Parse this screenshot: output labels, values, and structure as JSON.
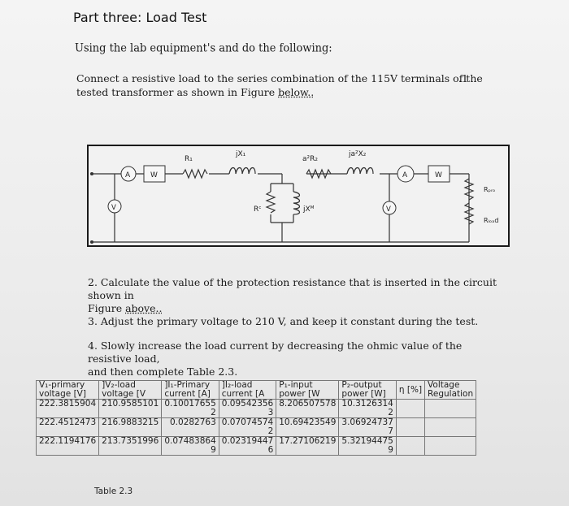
{
  "heading": "Part three: Load Test",
  "intro": "Using the lab equipment's and do the following:",
  "step1": {
    "line1": "Connect a resistive load to the series combination of the 115V terminals of the",
    "number": ".1",
    "line2_pre": "tested transformer as shown in Figure ",
    "line2_link": "below.."
  },
  "circuit_labels": {
    "wattmeter_left": "W",
    "ammeter_left": "A",
    "voltmeter_left": "V",
    "r1": "R₁",
    "x1": "jX₁",
    "r2": "a²R₂",
    "x2": "ja²X₂",
    "rc": "Rᶜ",
    "xm": "jXᴹ",
    "ammeter_right": "A",
    "wattmeter_right": "W",
    "voltmeter_right": "V",
    "rpro": "Rₚᵣₒ",
    "rload": "Rₗₒₐd"
  },
  "steps": {
    "s2_line1": "2. Calculate the value of the protection resistance that is inserted in the circuit shown in",
    "s2_line2_pre": "Figure ",
    "s2_line2_link": "above..",
    "s3": "3. Adjust the primary voltage to 210 V, and keep it constant during the test.",
    "s4_line1": "4. Slowly increase the load current by decreasing the ohmic value of the resistive load,",
    "s4_line2": "and then complete Table 2.3."
  },
  "table": {
    "headers": [
      [
        "V₁-primary",
        "voltage [V]"
      ],
      [
        "]V₂-load",
        "voltage [V"
      ],
      [
        "]I₁-Primary",
        "current [A]"
      ],
      [
        "]I₂-load",
        "current [A"
      ],
      [
        "P₁-input",
        "power [W"
      ],
      [
        "P₂-output",
        "power [W]"
      ],
      [
        "η [%]",
        ""
      ],
      [
        "Voltage",
        "Regulation"
      ]
    ],
    "rows": [
      [
        [
          "222.3815904"
        ],
        [
          "210.9585101"
        ],
        [
          "0.10017655",
          "2"
        ],
        [
          "0.09542356",
          "3"
        ],
        [
          "8.206507578"
        ],
        [
          "10.3126314",
          "2"
        ],
        [
          ""
        ],
        [
          ""
        ]
      ],
      [
        [
          "222.4512473"
        ],
        [
          "216.9883215"
        ],
        [
          "0.0282763"
        ],
        [
          "0.07074574",
          "2"
        ],
        [
          "10.69423549"
        ],
        [
          "3.06924737",
          "7"
        ],
        [
          ""
        ],
        [
          ""
        ]
      ],
      [
        [
          "222.1194176"
        ],
        [
          "213.7351996"
        ],
        [
          "0.07483864",
          "9"
        ],
        [
          "0.02319447",
          "6"
        ],
        [
          "17.27106219"
        ],
        [
          "5.32194475",
          "9"
        ],
        [
          ""
        ],
        [
          ""
        ]
      ]
    ]
  },
  "caption": "Table 2.3"
}
